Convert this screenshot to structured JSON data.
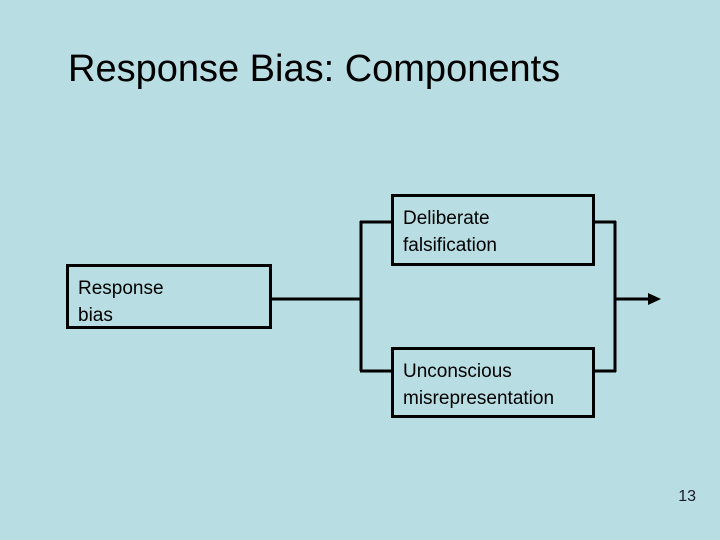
{
  "slide": {
    "title": "Response Bias: Components",
    "background_color": "#b8dde3",
    "line_color": "#000000",
    "text_color": "#000000",
    "page_number": "13"
  },
  "diagram": {
    "type": "bracket-flow",
    "root": {
      "label_line1": "Response",
      "label_line2": "bias"
    },
    "branches": [
      {
        "label_line1": "Deliberate",
        "label_line2": "falsification"
      },
      {
        "label_line1": "Unconscious",
        "label_line2": "misrepresentation"
      }
    ],
    "output_arrow": {
      "direction": "right",
      "label": ""
    }
  }
}
